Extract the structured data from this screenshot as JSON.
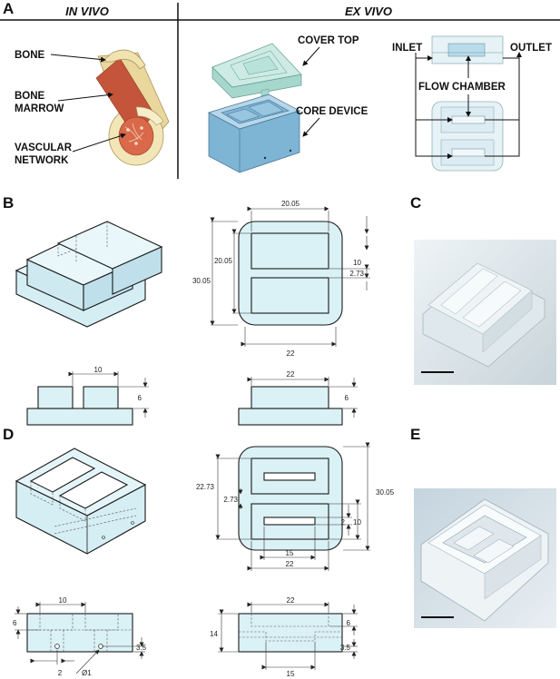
{
  "panels": {
    "a": "A",
    "b": "B",
    "c": "C",
    "d": "D",
    "e": "E"
  },
  "panel_a": {
    "in_vivo_header": "IN VIVO",
    "ex_vivo_header": "EX VIVO",
    "bone": "BONE",
    "bone_marrow_line1": "BONE",
    "bone_marrow_line2": "MARROW",
    "vascular_line1": "VASCULAR",
    "vascular_line2": "NETWORK",
    "cover_top": "COVER TOP",
    "core_device": "CORE DEVICE",
    "inlet": "INLET",
    "outlet": "OUTLET",
    "flow_chamber": "FLOW CHAMBER"
  },
  "panel_b": {
    "top_width": "20.05",
    "chamber_height": "20.05",
    "total_height": "30.05",
    "gap_upper": "10",
    "gap_lower": "2.73",
    "bottom_width": "22",
    "side_gap": "10",
    "side_height": "6",
    "front_width": "22",
    "front_height": "6"
  },
  "panel_d": {
    "total_height": "30.05",
    "upper_offset": "22.73",
    "gap": "2.73",
    "dim_2": "2",
    "dim_10": "10",
    "inner_width": "15",
    "outer_width": "22",
    "side_gap": "10",
    "side_height": "6",
    "side_hole_offset": "3.5",
    "side_hole_spacing": "2",
    "hole_diameter": "Ø1",
    "front_width": "22",
    "front_height": "6",
    "front_depth": "14",
    "front_hole_offset": "3.5",
    "front_inner_width": "15"
  },
  "colors": {
    "device_fill": "#daf1f6",
    "device_fill_dark": "#b9dde6",
    "bone": "#f1e3b0",
    "marrow": "#d9694a",
    "core_blue": "#9cc7e0",
    "cover_teal": "#b8e2da"
  }
}
